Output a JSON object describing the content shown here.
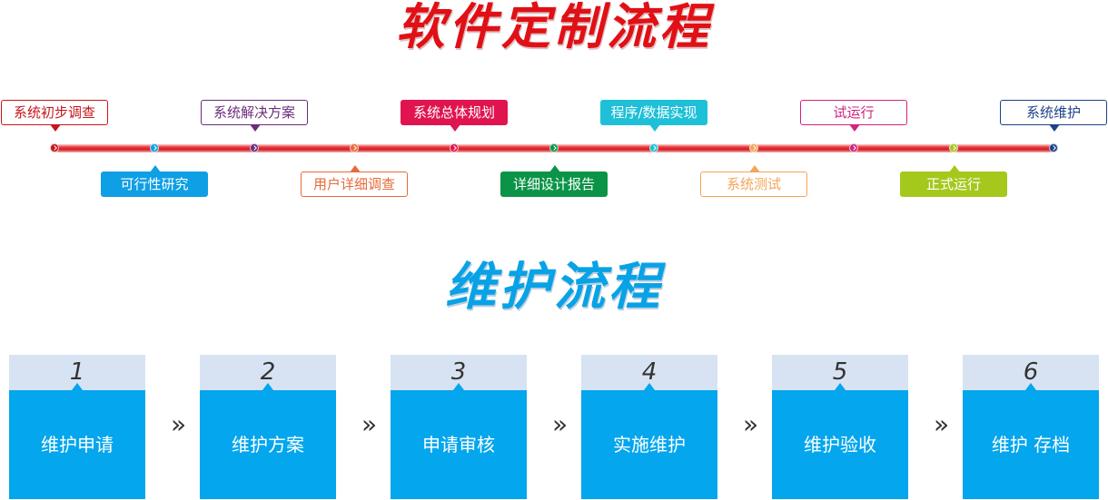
{
  "titles": {
    "custom": "软件定制流程",
    "maintenance": "维护流程"
  },
  "timeline": {
    "steps": [
      {
        "label": "系统初步调查",
        "style": "outline",
        "color": "#c5161c",
        "side": "up"
      },
      {
        "label": "可行性研究",
        "style": "filled",
        "color": "#0f9fe4",
        "side": "down"
      },
      {
        "label": "系统解决方案",
        "style": "outline",
        "color": "#6b2d7b",
        "side": "up"
      },
      {
        "label": "用户详细调查",
        "style": "outline",
        "color": "#e56b3a",
        "side": "down"
      },
      {
        "label": "系统总体规划",
        "style": "filled",
        "color": "#e0144f",
        "side": "up"
      },
      {
        "label": "详细设计报告",
        "style": "filled",
        "color": "#0b9447",
        "side": "down"
      },
      {
        "label": "程序/数据实现",
        "style": "filled",
        "color": "#1ec0d8",
        "side": "up"
      },
      {
        "label": "系统测试",
        "style": "outline",
        "color": "#f3a558",
        "side": "down"
      },
      {
        "label": "试运行",
        "style": "outline",
        "color": "#d1237f",
        "side": "up"
      },
      {
        "label": "正式运行",
        "style": "filled",
        "color": "#a4c81c",
        "side": "down"
      },
      {
        "label": "系统维护",
        "style": "outline",
        "color": "#1d4288",
        "side": "up"
      }
    ]
  },
  "maintenance": {
    "steps": [
      {
        "number": "1",
        "label": "维护申请"
      },
      {
        "number": "2",
        "label": "维护方案"
      },
      {
        "number": "3",
        "label": "申请审核"
      },
      {
        "number": "4",
        "label": "实施维护"
      },
      {
        "number": "5",
        "label": "维护验收"
      },
      {
        "number": "6",
        "label": "维护 存档"
      }
    ],
    "separator": "»"
  }
}
